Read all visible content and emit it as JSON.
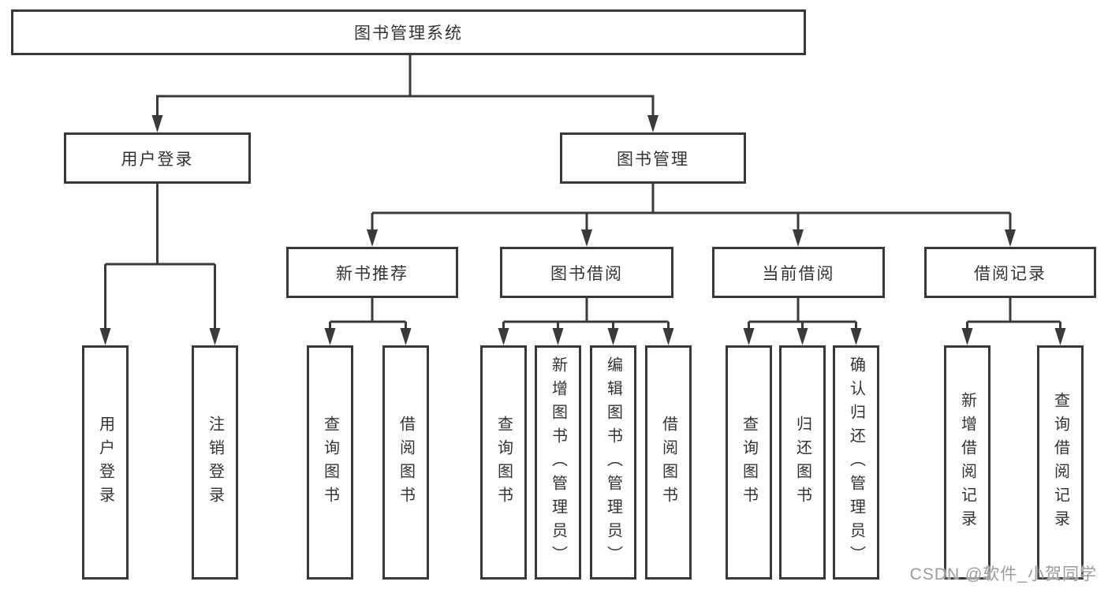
{
  "tree": {
    "root": {
      "label": "图书管理系统"
    },
    "branches": [
      {
        "label": "用户登录",
        "children": [
          {
            "label": "用户登录"
          },
          {
            "label": "注销登录"
          }
        ]
      },
      {
        "label": "图书管理",
        "groups": [
          {
            "label": "新书推荐",
            "children": [
              {
                "label": "查询图书"
              },
              {
                "label": "借阅图书"
              }
            ]
          },
          {
            "label": "图书借阅",
            "children": [
              {
                "label": "查询图书"
              },
              {
                "label": "新增图书（管理员）"
              },
              {
                "label": "编辑图书（管理员）"
              },
              {
                "label": "借阅图书"
              }
            ]
          },
          {
            "label": "当前借阅",
            "children": [
              {
                "label": "查询图书"
              },
              {
                "label": "归还图书"
              },
              {
                "label": "确认归还（管理员）"
              }
            ]
          },
          {
            "label": "借阅记录",
            "children": [
              {
                "label": "新增借阅记录"
              },
              {
                "label": "查询借阅记录"
              }
            ]
          }
        ]
      }
    ]
  },
  "watermark": {
    "label": "CSDN @软件_小贺同学"
  },
  "colors": {
    "line": "#3a3a3a",
    "box_border": "#383838",
    "box_fill": "#ffffff",
    "text": "#333333",
    "watermark": "#9c9c9c",
    "background": "#ffffff"
  }
}
